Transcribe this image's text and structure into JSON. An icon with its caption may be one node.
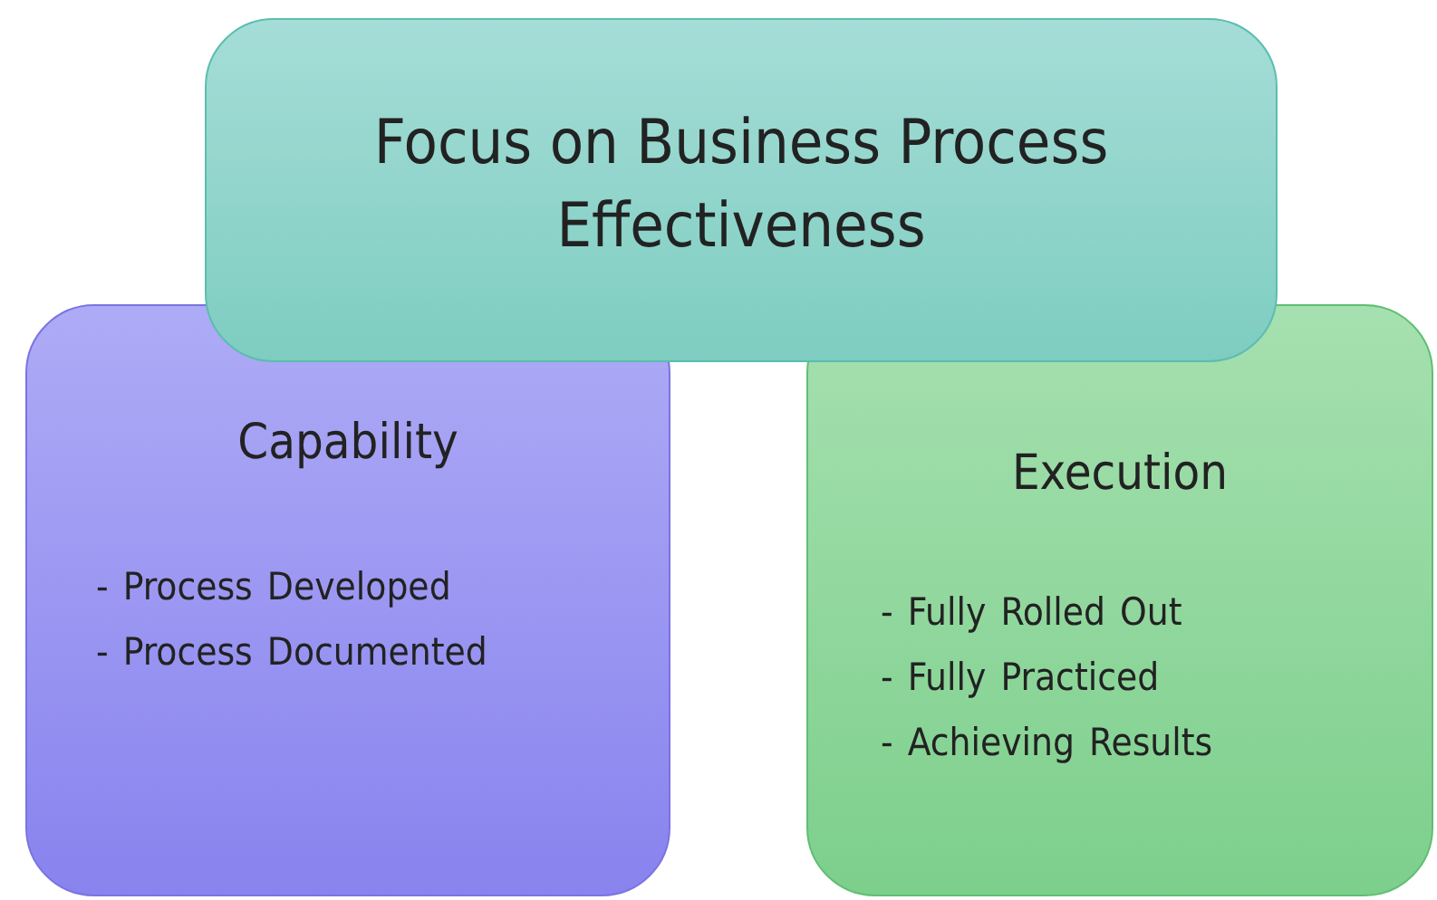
{
  "diagram": {
    "nodes": [
      {
        "text": [
          "Focus on Business Process Effectiveness"
        ]
      },
      {
        "text": [
          "Capability",
          "- Process Developed",
          "- Process Documented"
        ]
      },
      {
        "text": [
          "Execution",
          "- Fully Rolled Out",
          "- Fully Practiced",
          "- Achieving Results"
        ]
      }
    ]
  }
}
